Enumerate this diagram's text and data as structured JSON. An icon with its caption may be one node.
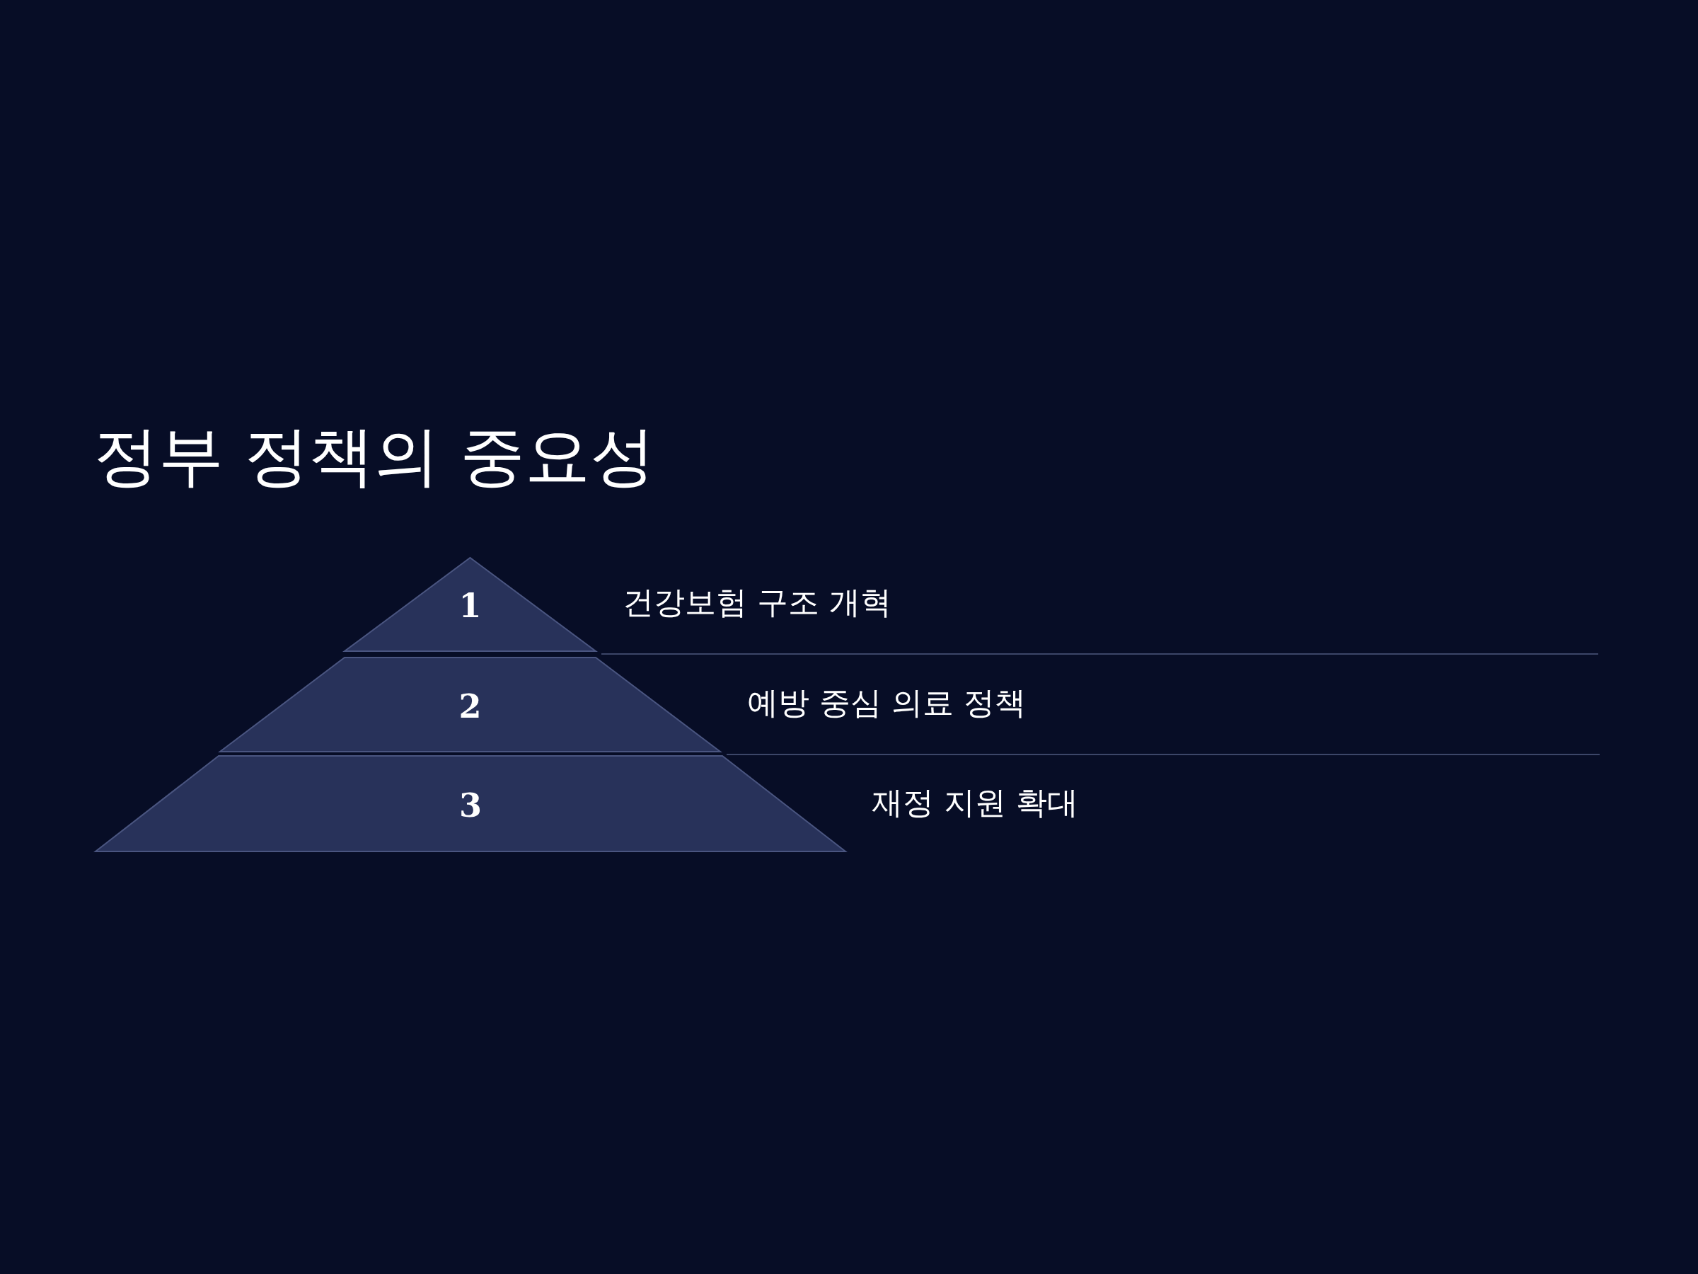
{
  "diagram": {
    "title": "정부 정책의 중요성",
    "nodes": [
      {
        "text": [
          "1"
        ],
        "beside": [
          "건강보험 구조 개혁"
        ]
      },
      {
        "text": [
          "2"
        ],
        "beside": [
          "예방 중심 의료 정책"
        ]
      },
      {
        "text": [
          "3"
        ],
        "beside": [
          "재정 지원 확대"
        ]
      }
    ],
    "edges": []
  }
}
